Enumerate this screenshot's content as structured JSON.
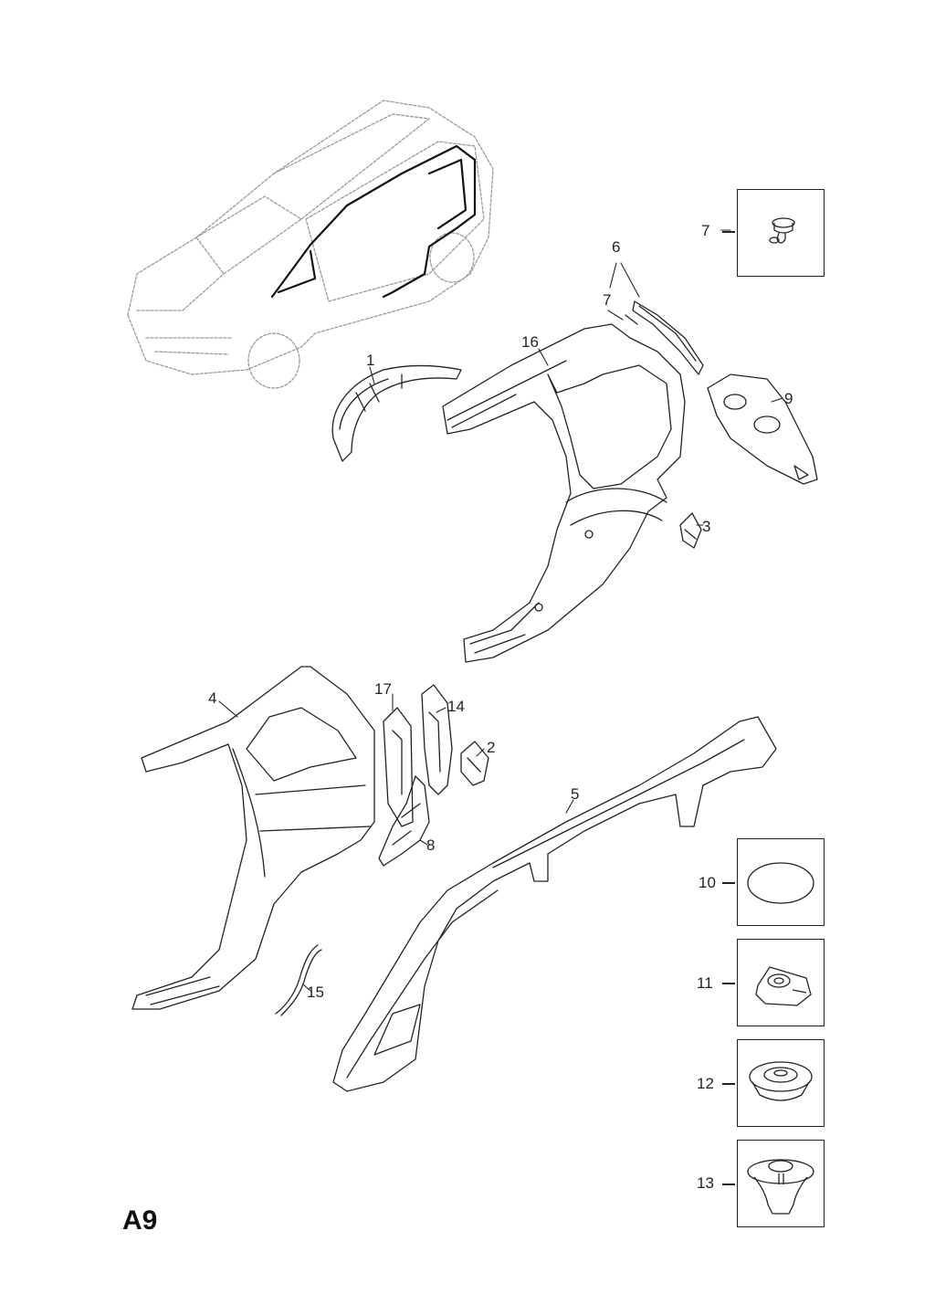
{
  "diagram": {
    "plate_code": "A9",
    "callouts": [
      "1",
      "2",
      "3",
      "4",
      "5",
      "6",
      "7",
      "7",
      "8",
      "9",
      "10",
      "11",
      "12",
      "13",
      "14",
      "15",
      "16",
      "17"
    ],
    "fastener_boxes": [
      {
        "number": "7",
        "part": "push-pin-clip-icon"
      },
      {
        "number": "10",
        "part": "flat-round-plug-icon"
      },
      {
        "number": "11",
        "part": "u-nut-clip-icon"
      },
      {
        "number": "12",
        "part": "grommet-icon"
      },
      {
        "number": "13",
        "part": "push-rivet-icon"
      }
    ]
  }
}
